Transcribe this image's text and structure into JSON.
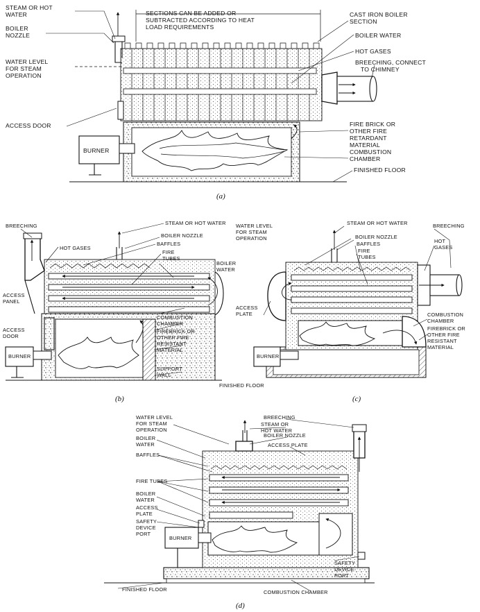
{
  "captions": {
    "a": "(a)",
    "b": "(b)",
    "c": "(c)",
    "d": "(d)"
  },
  "panel_a": {
    "steam_or_hot_water": [
      "STEAM OR HOT",
      "WATER"
    ],
    "boiler_nozzle": [
      "BOILER",
      "NOZZLE"
    ],
    "water_level": [
      "WATER LEVEL",
      "FOR STEAM",
      "OPERATION"
    ],
    "access_door": "ACCESS DOOR",
    "sections_note": [
      "SECTIONS CAN BE ADDED OR",
      "SUBTRACTED ACCORDING TO HEAT",
      "LOAD REQUIREMENTS"
    ],
    "cast_iron_section": [
      "CAST IRON BOILER",
      "SECTION"
    ],
    "boiler_water": "BOILER WATER",
    "hot_gases": "HOT GASES",
    "breeching": [
      "BREECHING, CONNECT",
      "TO CHIMNEY"
    ],
    "fire_brick": [
      "FIRE BRICK OR",
      "OTHER FIRE",
      "RETARDANT",
      "MATERIAL"
    ],
    "combustion_chamber": [
      "COMBUSTION",
      "CHAMBER"
    ],
    "finished_floor": "FINISHED FLOOR",
    "burner": "BURNER"
  },
  "panel_b": {
    "breeching": "BREECHING",
    "hot_gases": "HOT GASES",
    "access_panel": [
      "ACCESS",
      "PANEL"
    ],
    "access_door": [
      "ACCESS",
      "DOOR"
    ],
    "burner": "BURNER",
    "steam_or_hot_water": "STEAM OR HOT WATER",
    "boiler_nozzle": "BOILER NOZZLE",
    "baffles": "BAFFLES",
    "fire_tubes": [
      "FIRE",
      "TUBES"
    ],
    "boiler_water": [
      "BOILER",
      "WATER"
    ],
    "combustion_chamber": [
      "COMBUSTION",
      "CHAMBER"
    ],
    "firebrick": [
      "FIREBRICK OR",
      "OTHER FIRE",
      "RESISTANT",
      "MATERIAL"
    ],
    "support_wall": [
      "SUPPORT",
      "WALL"
    ],
    "finished_floor": "FINISHED FLOOR"
  },
  "panel_c": {
    "water_level": [
      "WATER LEVEL",
      "FOR STEAM",
      "OPERATION"
    ],
    "steam_or_hot_water": "STEAM OR HOT WATER",
    "boiler_nozzle": "BOILER NOZZLE",
    "baffles": "BAFFLES",
    "fire_tubes": [
      "FIRE",
      "TUBES"
    ],
    "breeching": "BREECHING",
    "hot_gases": [
      "HOT",
      "GASES"
    ],
    "access_plate": [
      "ACCESS",
      "PLATE"
    ],
    "combustion_chamber": [
      "COMBUSTION",
      "CHAMBER"
    ],
    "firebrick": [
      "FIREBRICK OR",
      "OTHER FIRE",
      "RESISTANT",
      "MATERIAL"
    ],
    "burner": "BURNER"
  },
  "panel_d": {
    "water_level": [
      "WATER LEVEL",
      "FOR STEAM",
      "OPERATION"
    ],
    "breeching": "BREECHING",
    "steam_or_hot_water": [
      "STEAM OR",
      "HOT WATER"
    ],
    "boiler_nozzle": "BOILER NOZZLE",
    "access_plate": "ACCESS PLATE",
    "boiler_water_top": [
      "BOILER",
      "WATER"
    ],
    "baffles": "BAFFLES",
    "fire_tubes": "FIRE TUBES",
    "boiler_water_low": [
      "BOILER",
      "WATER"
    ],
    "access_plate_left": [
      "ACCESS",
      "PLATE"
    ],
    "safety_device_port_left": [
      "SAFETY",
      "DEVICE",
      "PORT"
    ],
    "burner": "BURNER",
    "safety_device_port_right": [
      "SAFETY",
      "DEVICE",
      "PORT"
    ],
    "finished_floor": "FINISHED FLOOR",
    "combustion_chamber": "COMBUSTION CHAMBER"
  }
}
